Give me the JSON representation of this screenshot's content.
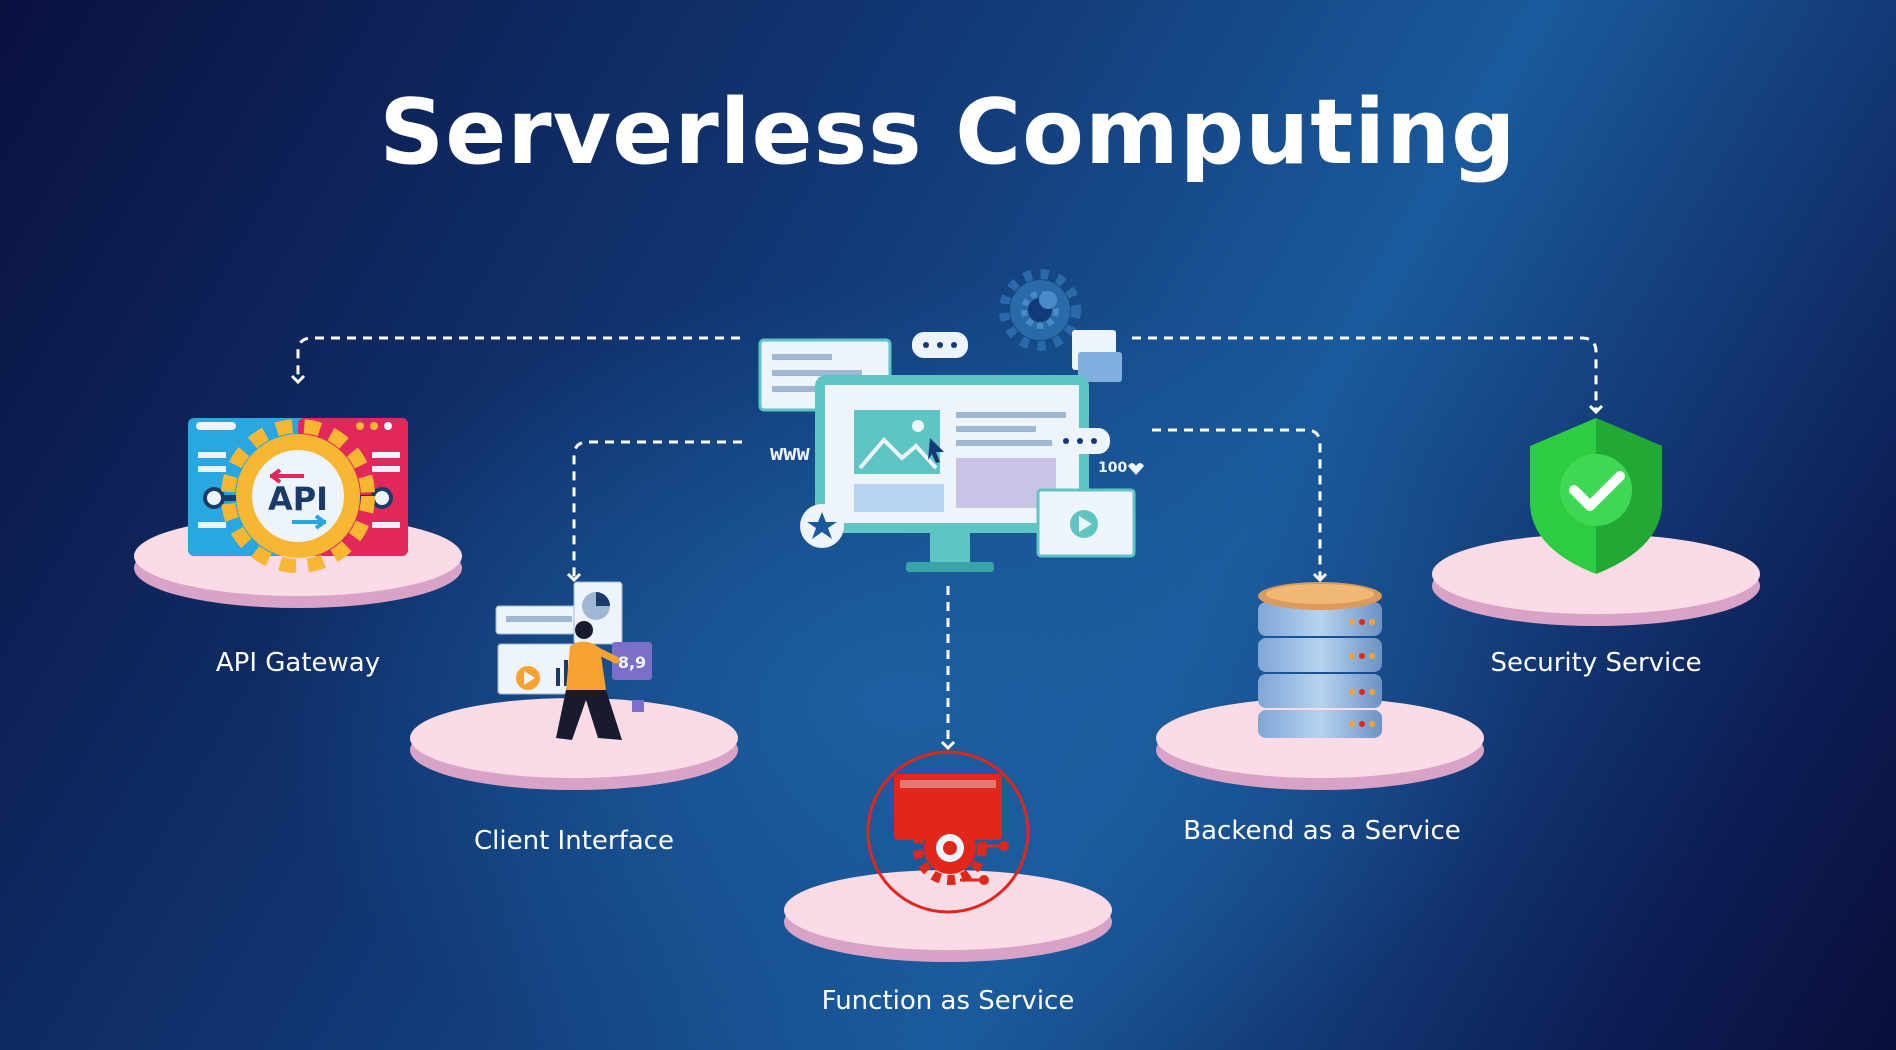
{
  "title": "Serverless Computing",
  "center": {
    "www_text": "www",
    "likes_text": "100"
  },
  "nodes": [
    {
      "id": "api-gateway",
      "label": "API Gateway",
      "icon": "api-gateway-icon",
      "icon_text": "API"
    },
    {
      "id": "client-interface",
      "label": "Client Interface",
      "icon": "client-interface-icon",
      "icon_text": "8,9"
    },
    {
      "id": "function-as-service",
      "label": "Function as Service",
      "icon": "function-gear-icon"
    },
    {
      "id": "backend-as-a-service",
      "label": "Backend as a Service",
      "icon": "database-server-icon"
    },
    {
      "id": "security-service",
      "label": "Security Service",
      "icon": "shield-check-icon"
    }
  ],
  "colors": {
    "platform": "#fadbe6",
    "platform_edge": "#d9a3c8",
    "connector": "#ffffff",
    "shield": "#2ecc40",
    "function_red": "#e1261c",
    "monitor_teal": "#5fc4c4"
  }
}
